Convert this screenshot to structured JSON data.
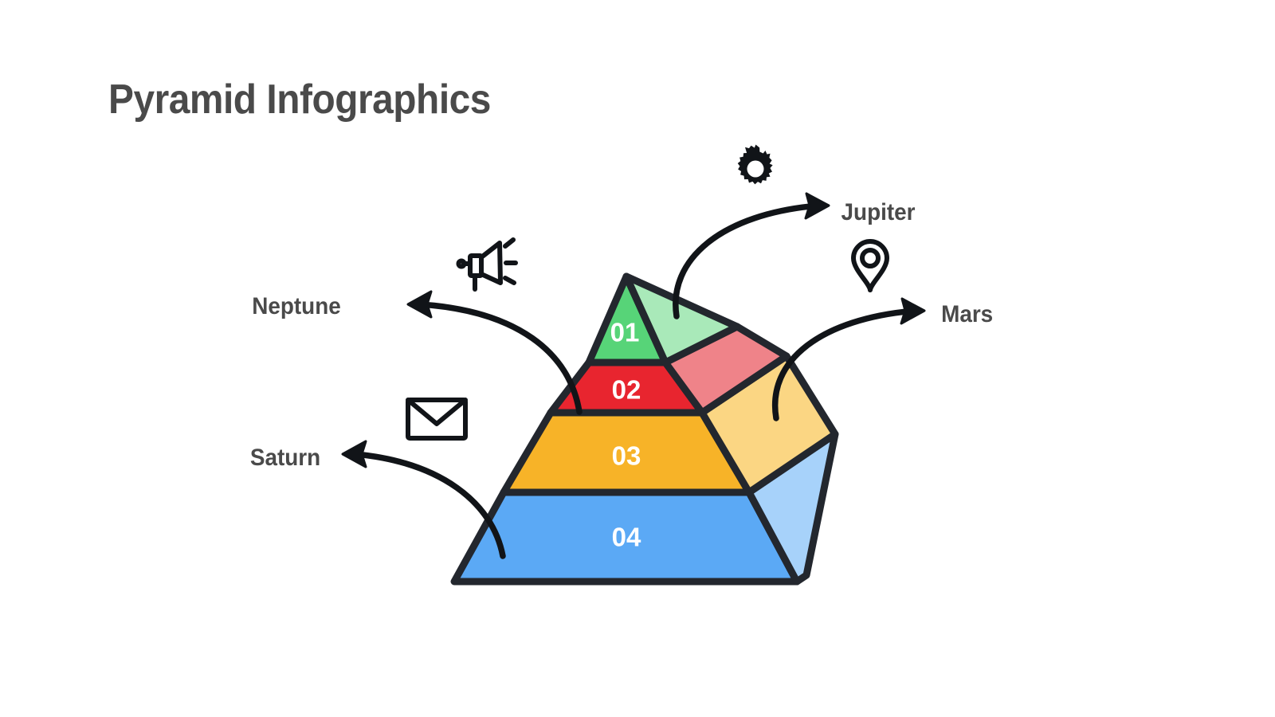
{
  "title": "Pyramid Infographics",
  "theme": {
    "background": "#ffffff",
    "title_color": "#4a4a4a",
    "label_color": "#4a4a4a",
    "outline_color": "#23272e",
    "number_color": "#ffffff",
    "arrow_color": "#111418"
  },
  "chart_data": {
    "type": "pyramid",
    "title": "Pyramid Infographics",
    "orientation": "3d-pyramid-4-level",
    "levels": [
      {
        "number": "01",
        "front_color": "#57d478",
        "side_color": "#a9e9b9",
        "label": "Jupiter",
        "rank": 1
      },
      {
        "number": "02",
        "front_color": "#e8252f",
        "side_color": "#ef8389",
        "label": "Mars",
        "rank": 2
      },
      {
        "number": "03",
        "front_color": "#f7b328",
        "side_color": "#fbd683",
        "label": "Neptune",
        "rank": 3
      },
      {
        "number": "04",
        "front_color": "#5ba9f5",
        "side_color": "#a7d2fa",
        "label": "Saturn",
        "rank": 4
      }
    ]
  },
  "pyramid": {
    "levels": [
      {
        "id": "level-01",
        "number": "01",
        "front_color": "#57d478",
        "side_color": "#a9e9b9"
      },
      {
        "id": "level-02",
        "number": "02",
        "front_color": "#e8252f",
        "side_color": "#ef8389"
      },
      {
        "id": "level-03",
        "number": "03",
        "front_color": "#f7b328",
        "side_color": "#fbd683"
      },
      {
        "id": "level-04",
        "number": "04",
        "front_color": "#5ba9f5",
        "side_color": "#a7d2fa"
      }
    ]
  },
  "callouts": [
    {
      "id": "callout-jupiter",
      "label": "Jupiter",
      "icon": "gear-icon",
      "side": "right",
      "connects_to": "level-01"
    },
    {
      "id": "callout-mars",
      "label": "Mars",
      "icon": "map-pin-icon",
      "side": "right",
      "connects_to": "level-03"
    },
    {
      "id": "callout-neptune",
      "label": "Neptune",
      "icon": "megaphone-icon",
      "side": "left",
      "connects_to": "level-02"
    },
    {
      "id": "callout-saturn",
      "label": "Saturn",
      "icon": "envelope-icon",
      "side": "left",
      "connects_to": "level-04"
    }
  ]
}
